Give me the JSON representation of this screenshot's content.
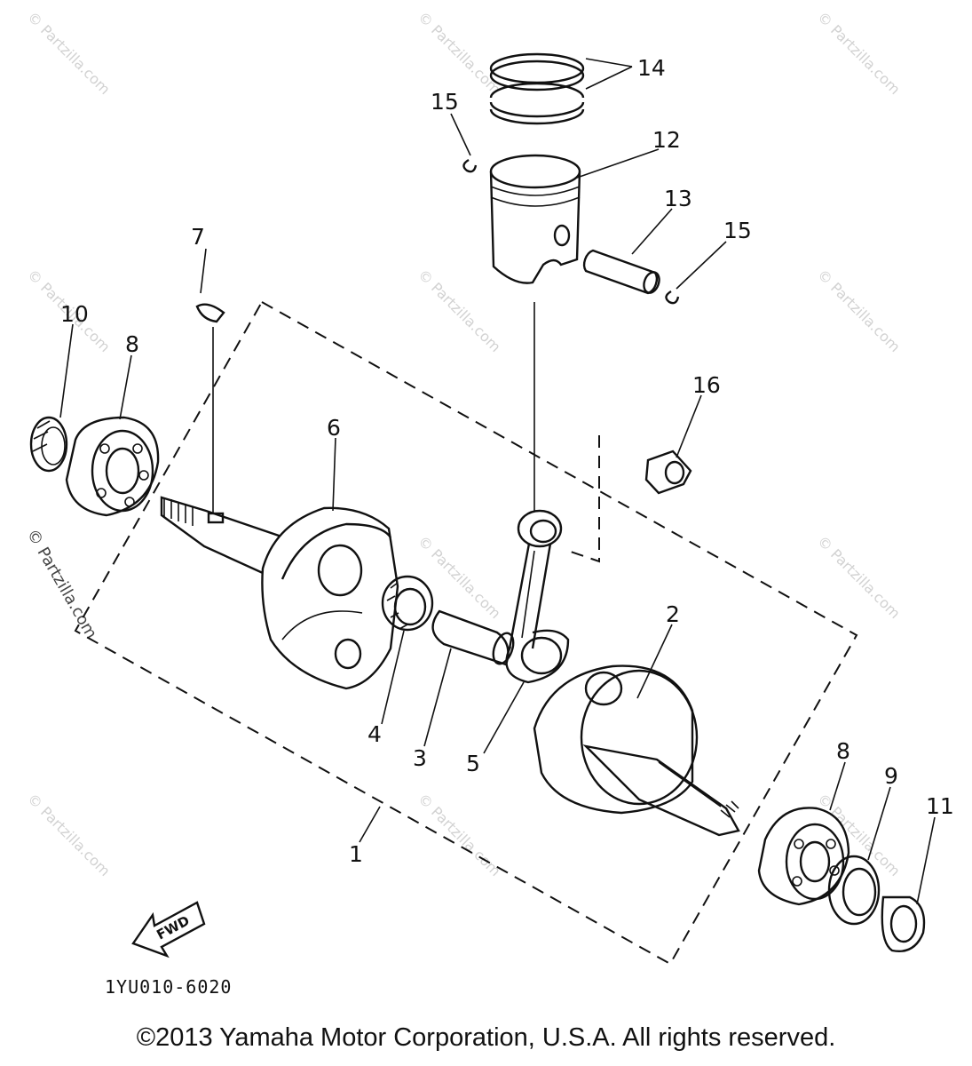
{
  "diagram": {
    "callouts": [
      "1",
      "2",
      "3",
      "4",
      "5",
      "6",
      "7",
      "8",
      "8",
      "9",
      "10",
      "11",
      "12",
      "13",
      "14",
      "15",
      "15",
      "16"
    ],
    "part_code": "1YU010-6020",
    "fwd_label": "FWD",
    "watermark": "© Partzilla.com",
    "side_watermark": "© Partzilla.com"
  },
  "footer": {
    "copyright": "©2013  Yamaha Motor Corporation, U.S.A. All rights reserved."
  }
}
